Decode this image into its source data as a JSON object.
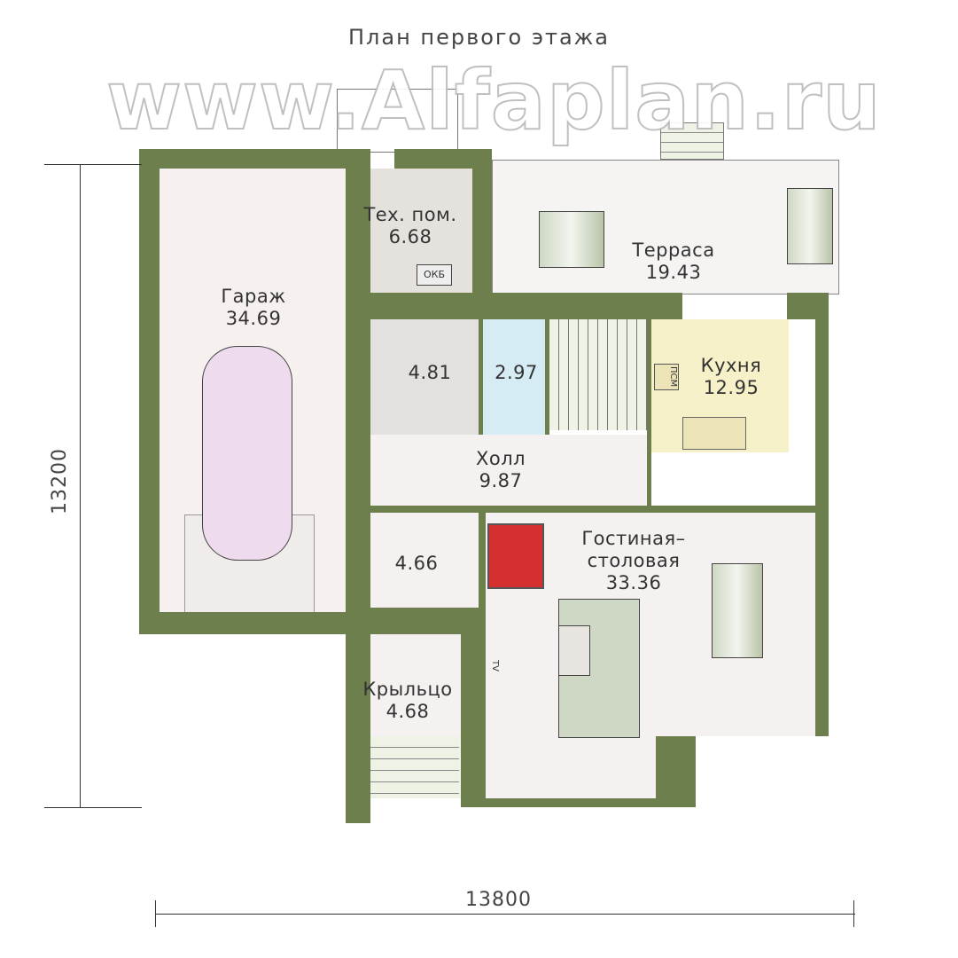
{
  "title": "План первого этажа",
  "rooms": {
    "garage": {
      "name": "Гараж",
      "area": "34.69"
    },
    "tech": {
      "name": "Тех. пом.",
      "area": "6.68"
    },
    "terrace": {
      "name": "Терраса",
      "area": "19.43"
    },
    "storage": {
      "area": "4.81"
    },
    "wc": {
      "area": "2.97"
    },
    "kitchen": {
      "name": "Кухня",
      "area": "12.95"
    },
    "hall": {
      "name": "Холл",
      "area": "9.87"
    },
    "closet": {
      "area": "4.66"
    },
    "living": {
      "name": "Гостиная–столовая",
      "name1": "Гостиная–",
      "name2": "столовая",
      "area": "33.36"
    },
    "porch": {
      "name": "Крыльцо",
      "area": "4.68"
    }
  },
  "equipment": {
    "boiler": "ОКБ",
    "dishwasher": "ПСМ",
    "tv": "TV"
  },
  "dimensions": {
    "height": "13200",
    "width": "13800"
  },
  "watermark": "www.Alfaplan.ru",
  "colors": {
    "wall": "#6d7f4c",
    "kitchen": "#f6f1c8",
    "wc": "#d5ecf5"
  }
}
